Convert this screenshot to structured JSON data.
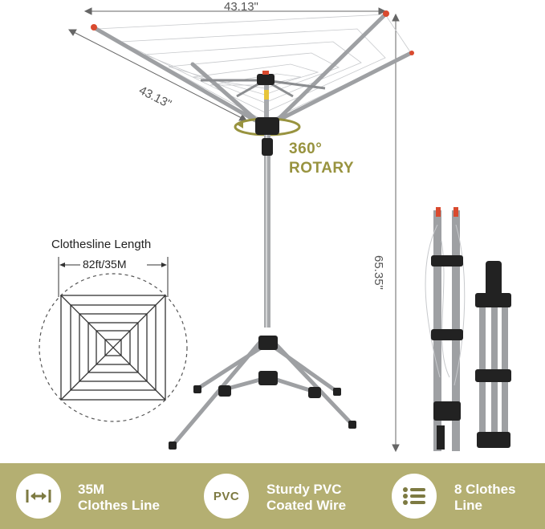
{
  "dimensions": {
    "width_top": "43.13\"",
    "width_side": "43.13\"",
    "height": "65.35\""
  },
  "rotary": {
    "line1": "360°",
    "line2": "ROTARY"
  },
  "clothesline": {
    "title": "Clothesline Length",
    "length": "82ft/35M"
  },
  "features": [
    {
      "icon": "double-arrow-icon",
      "line1": "35M",
      "line2": "Clothes Line"
    },
    {
      "icon": "pvc-icon",
      "icon_text": "PVC",
      "line1": "Sturdy PVC",
      "line2": "Coated Wire"
    },
    {
      "icon": "list-icon",
      "line1": "8 Clothes",
      "line2": "Line"
    }
  ],
  "colors": {
    "accent": "#b4af72",
    "rotary_text": "#98933f",
    "pole": "#a7a9ac",
    "rotary_ring": "#98933f"
  }
}
